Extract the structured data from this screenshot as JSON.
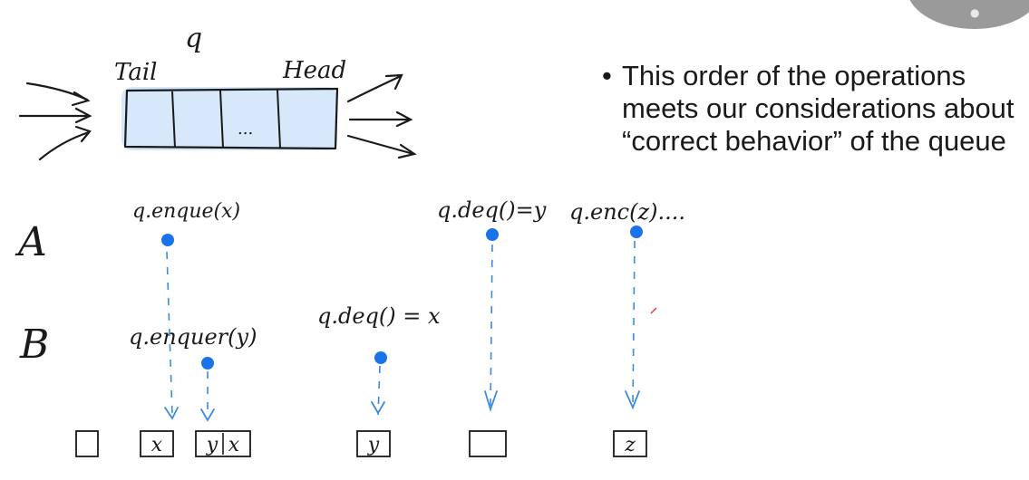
{
  "queue": {
    "name_label": "q",
    "tail_label": "Tail",
    "head_label": "Head",
    "ellipsis": "..."
  },
  "bullet": {
    "lines": [
      "This order of the operations",
      "meets our considerations about",
      "“correct behavior” of the queue"
    ]
  },
  "threads": {
    "a": {
      "label": "A",
      "ops": [
        "q.enque(x)",
        "q.deq()=y",
        "q.enc(z)...."
      ]
    },
    "b": {
      "label": "B",
      "ops": [
        "q.enquer(y)",
        "q.deq() = x"
      ]
    }
  },
  "states": [
    [],
    [
      "x"
    ],
    [
      "y",
      "x"
    ],
    [
      "y"
    ],
    [],
    [
      "z"
    ]
  ],
  "colors": {
    "ink": "#1a1a1a",
    "event_dot": "#1a73e8",
    "queue_fill": "#d6e8fa",
    "timeline": "#3b8be0",
    "corner_disc": "#9a9a9a"
  },
  "icons": {
    "corner": "apple-logo-icon"
  }
}
